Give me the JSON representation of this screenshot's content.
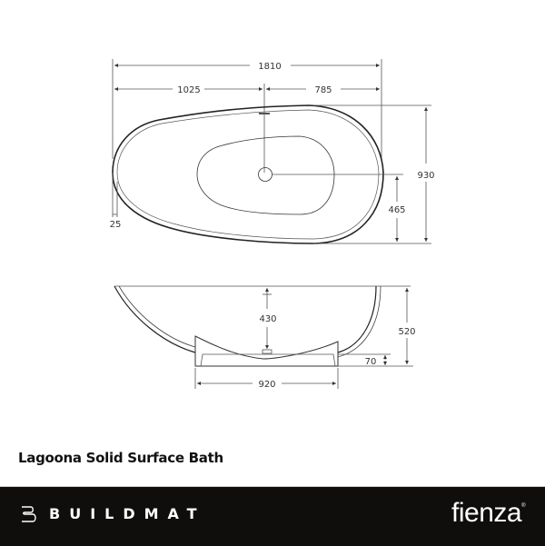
{
  "product": {
    "title": "Lagoona Solid Surface Bath"
  },
  "plan_view": {
    "dimensions": {
      "overall_length": "1810",
      "waste_to_left": "1025",
      "waste_to_right": "785",
      "overall_width": "930",
      "waste_to_front": "465",
      "rim_thickness": "25"
    }
  },
  "elevation_view": {
    "dimensions": {
      "overflow_height": "430",
      "overall_height": "520",
      "plinth_height": "70",
      "plinth_length": "920"
    }
  },
  "footer": {
    "left_brand": "BUILDMAT",
    "right_brand": "fienza",
    "right_brand_mark": "®",
    "background": "#0f0e0c"
  },
  "colors": {
    "line": "#222222",
    "dim_line": "#555555",
    "text": "#111111"
  }
}
